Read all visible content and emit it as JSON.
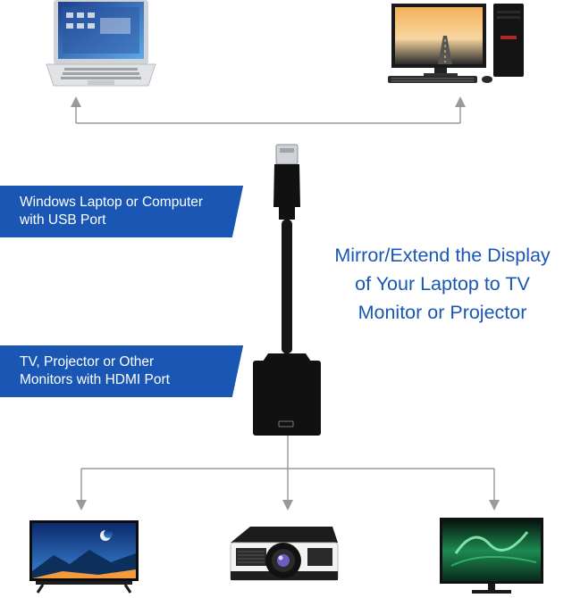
{
  "banners": {
    "source_label": "Windows Laptop or Computer\nwith USB Port",
    "display_label": "TV, Projector or Other\nMonitors with HDMI Port"
  },
  "headline": "Mirror/Extend the Display\nof Your Laptop to TV\nMonitor or Projector",
  "colors": {
    "accent_blue": "#1a57b5",
    "connector_line": "#9a9a9a",
    "adapter_black": "#111111"
  },
  "devices": {
    "top": [
      "laptop-icon",
      "desktop-computer-icon"
    ],
    "bottom": [
      "tv-icon",
      "projector-icon",
      "monitor-icon"
    ]
  }
}
